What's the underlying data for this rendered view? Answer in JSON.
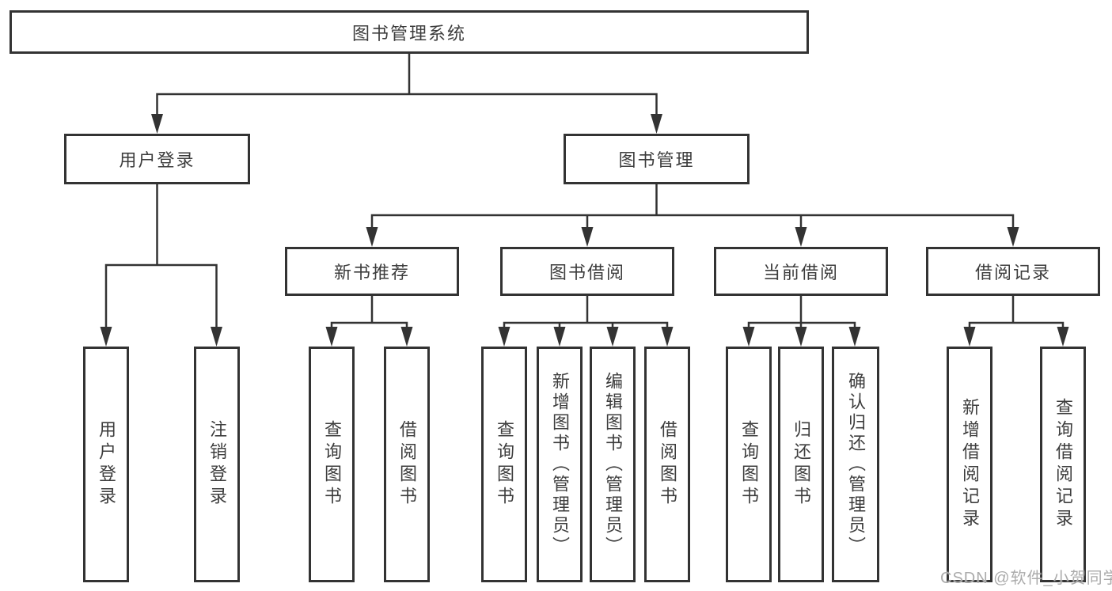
{
  "diagram": {
    "nodes": {
      "root": "图书管理系统",
      "user_login": "用户登录",
      "book_mgmt": "图书管理",
      "recommend": "新书推荐",
      "borrow": "图书借阅",
      "current": "当前借阅",
      "records": "借阅记录",
      "login": "用户登录",
      "logout": "注销登录",
      "recommend_query": "查询图书",
      "recommend_borrow": "借阅图书",
      "borrow_query": "查询图书",
      "borrow_add": "新增图书（管理员）",
      "borrow_edit": "编辑图书（管理员）",
      "borrow_borrow": "借阅图书",
      "current_query": "查询图书",
      "current_return": "归还图书",
      "current_confirm": "确认归还（管理员）",
      "records_add": "新增借阅记录",
      "records_query": "查询借阅记录"
    }
  },
  "watermark": "CSDN @软件_小贺同学",
  "colors": {
    "line": "#333333",
    "box_border": "#333333",
    "text": "#3d3d3d",
    "watermark": "#ababab",
    "background": "#ffffff"
  }
}
